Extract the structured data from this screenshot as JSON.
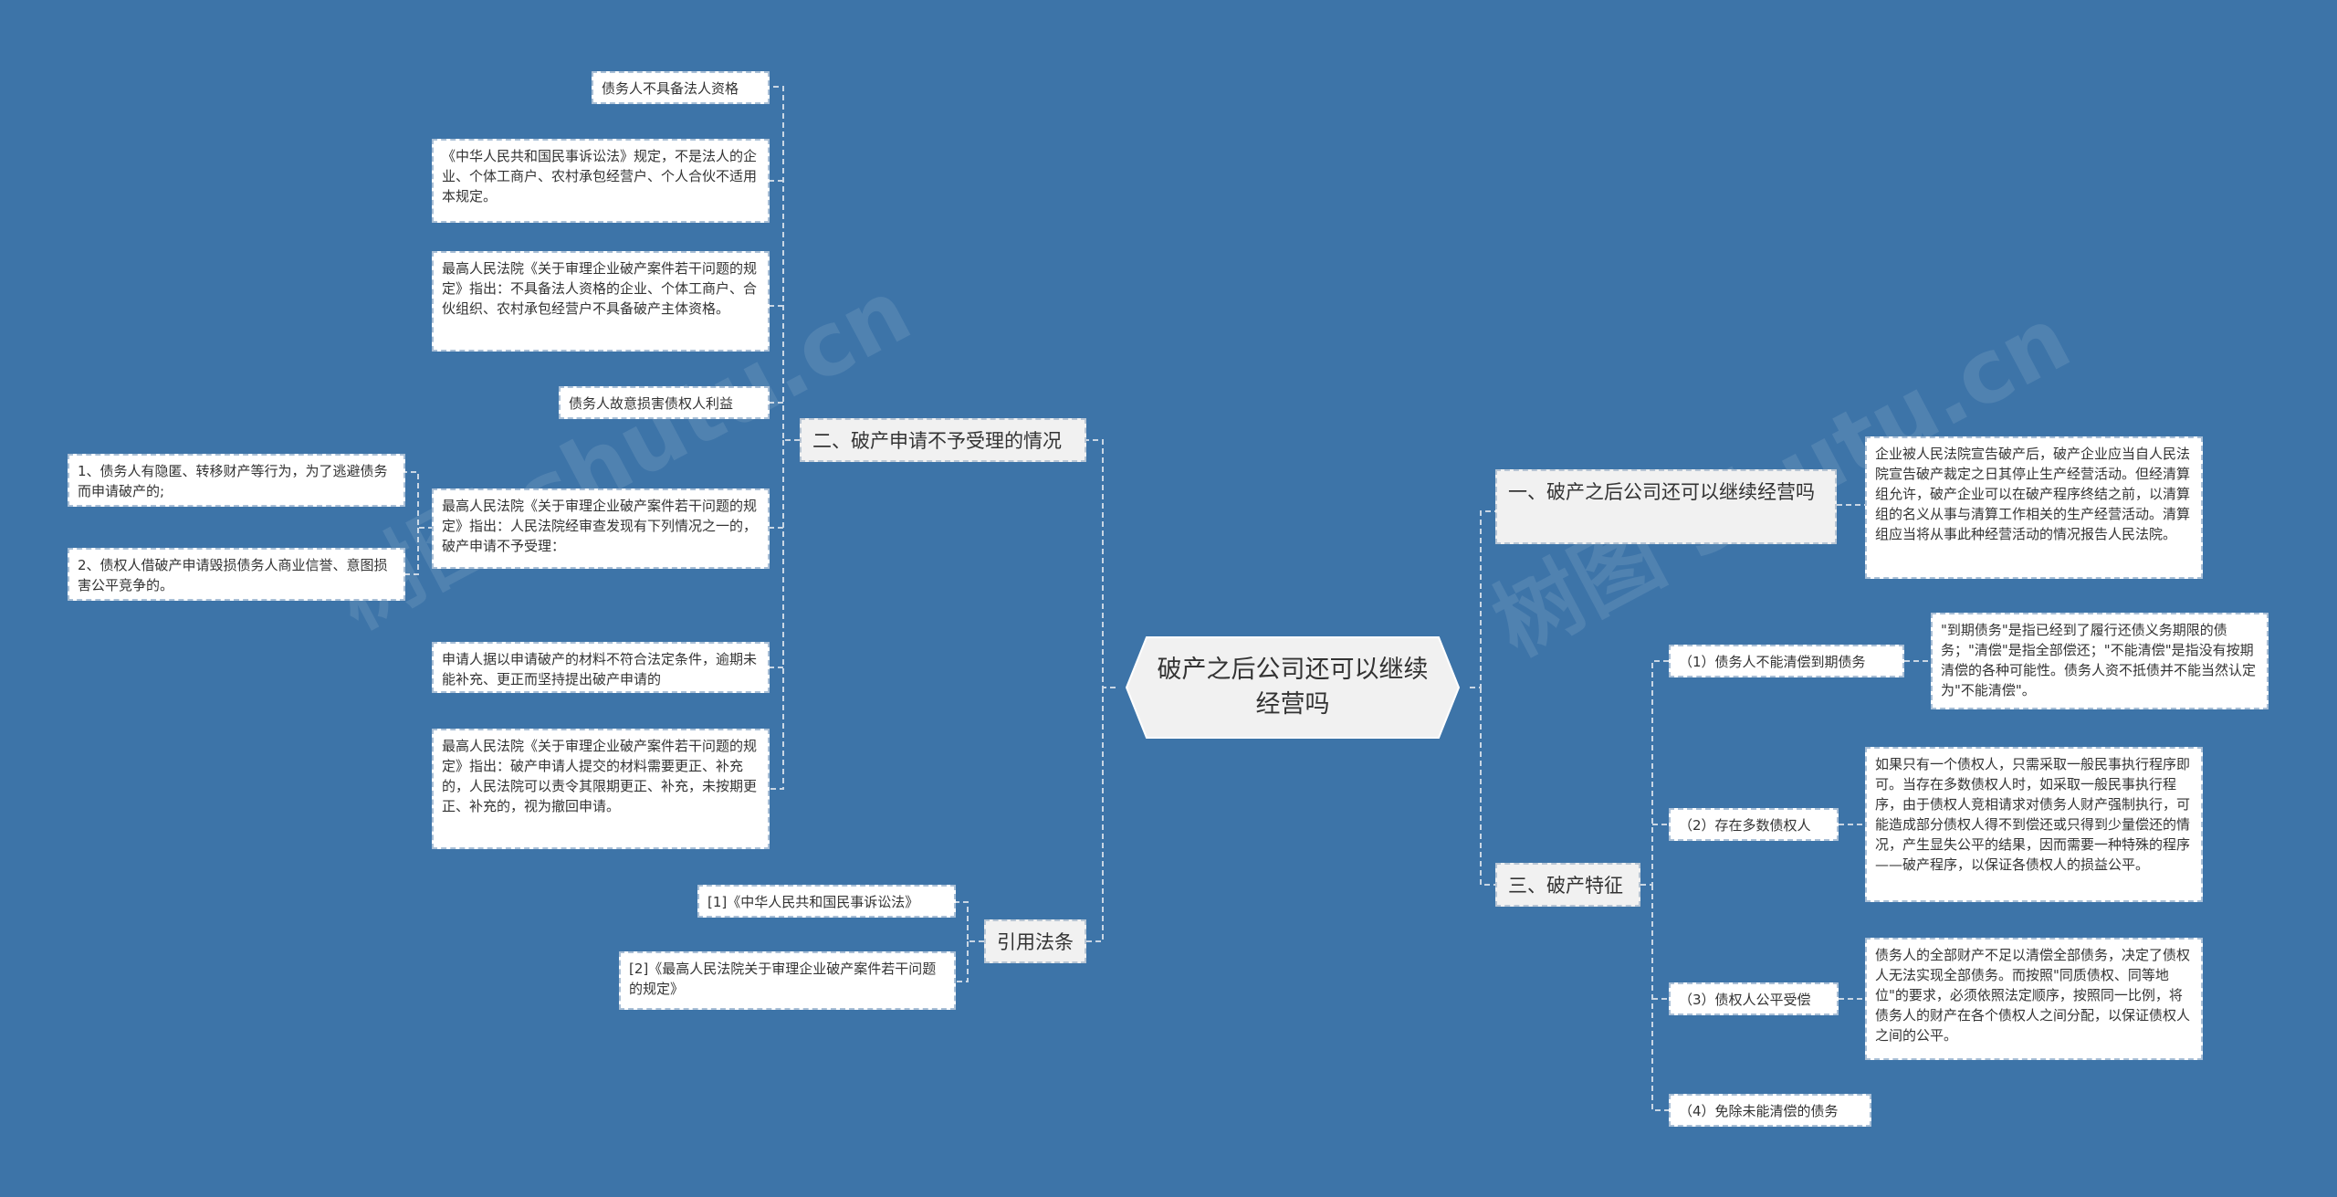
{
  "root": "破产之后公司还可以继续经营吗",
  "watermarks": [
    "树图 shutu.cn",
    "树图 shutu.cn"
  ],
  "branches": {
    "not_accepted": {
      "title": "二、破产申请不予受理的情况",
      "items": [
        "债务人不具备法人资格",
        "《中华人民共和国民事诉讼法》规定，不是法人的企业、个体工商户、农村承包经营户、个人合伙不适用本规定。",
        "最高人民法院《关于审理企业破产案件若干问题的规定》指出：不具备法人资格的企业、个体工商户、合伙组织、农村承包经营户不具备破产主体资格。",
        "债务人故意损害债权人利益",
        "最高人民法院《关于审理企业破产案件若干问题的规定》指出：人民法院经审查发现有下列情况之一的，破产申请不予受理：",
        "申请人据以申请破产的材料不符合法定条件，逾期未能补充、更正而坚持提出破产申请的",
        "最高人民法院《关于审理企业破产案件若干问题的规定》指出：破产申请人提交的材料需要更正、补充的，人民法院可以责令其限期更正、补充，未按期更正、补充的，视为撤回申请。"
      ],
      "sub_items": [
        "1、债务人有隐匿、转移财产等行为，为了逃避债务而申请破产的;",
        "2、债权人借破产申请毁损债务人商业信誉、意图损害公平竞争的。"
      ]
    },
    "citations": {
      "title": "引用法条",
      "items": [
        "[1]《中华人民共和国民事诉讼法》",
        "[2]《最高人民法院关于审理企业破产案件若干问题的规定》"
      ]
    },
    "continue": {
      "title": "一、破产之后公司还可以继续经营吗",
      "detail": "企业被人民法院宣告破产后，破产企业应当自人民法院宣告破产裁定之日其停止生产经营活动。但经清算组允许，破产企业可以在破产程序终结之前，以清算组的名义从事与清算工作相关的生产经营活动。清算组应当将从事此种经营活动的情况报告人民法院。"
    },
    "features": {
      "title": "三、破产特征",
      "items": [
        {
          "label": "（1）债务人不能清偿到期债务",
          "detail": "\"到期债务\"是指已经到了履行还债义务期限的债务；\"清偿\"是指全部偿还；\"不能清偿\"是指没有按期清偿的各种可能性。债务人资不抵债并不能当然认定为\"不能清偿\"。"
        },
        {
          "label": "（2）存在多数债权人",
          "detail": "如果只有一个债权人，只需采取一般民事执行程序即可。当存在多数债权人时，如采取一般民事执行程序，由于债权人竞相请求对债务人财产强制执行，可能造成部分债权人得不到偿还或只得到少量偿还的情况，产生显失公平的结果，因而需要一种特殊的程序——破产程序，以保证各债权人的损益公平。"
        },
        {
          "label": "（3）债权人公平受偿",
          "detail": "债务人的全部财产不足以清偿全部债务，决定了债权人无法实现全部债务。而按照\"同质债权、同等地位\"的要求，必须依照法定顺序，按照同一比例，将债务人的财产在各个债权人之间分配，以保证债权人之间的公平。"
        },
        {
          "label": "（4）免除未能清偿的债务",
          "detail": ""
        }
      ]
    }
  }
}
